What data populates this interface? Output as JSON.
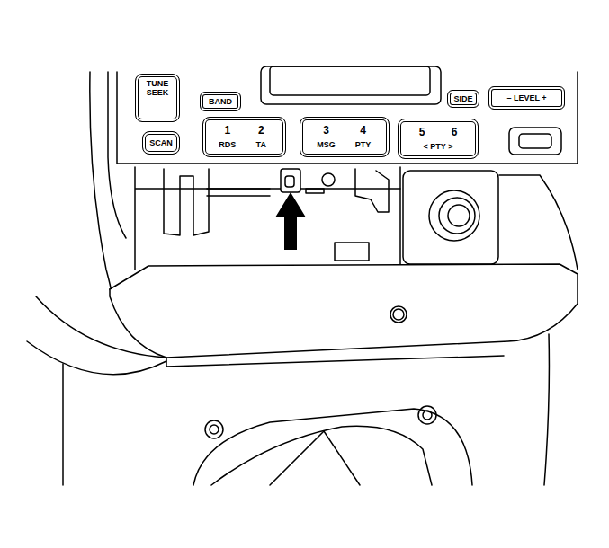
{
  "diagram": {
    "nodes": [
      {
        "text": [
          "TUNE SEEK"
        ]
      },
      {
        "text": [
          "BAND"
        ]
      },
      {
        "text": [
          "SIDE"
        ]
      },
      {
        "text": [
          "– LEVEL +"
        ]
      },
      {
        "text": [
          "SCAN"
        ]
      },
      {
        "text": [
          "1",
          "2",
          "RDS",
          "TA"
        ]
      },
      {
        "text": [
          "3",
          "4",
          "MSG",
          "PTY"
        ]
      },
      {
        "text": [
          "5",
          "6",
          "< PTY >"
        ]
      }
    ]
  }
}
